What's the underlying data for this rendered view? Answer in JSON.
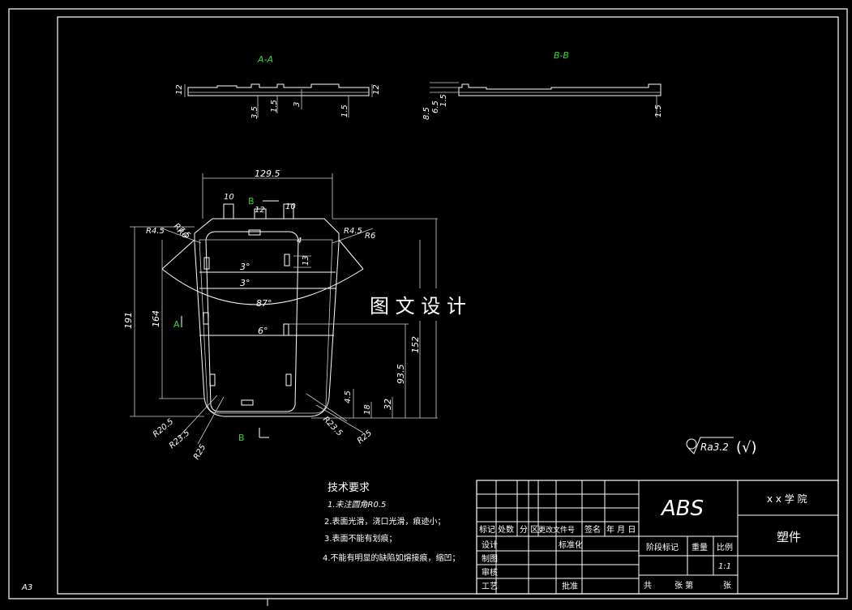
{
  "sheet": {
    "size_label": "A3"
  },
  "views": {
    "section_aa": "A-A",
    "section_bb": "B-B",
    "aa_dims": [
      "12",
      "3.5",
      "1.5",
      "3",
      "1.5",
      "12"
    ],
    "bb_dims": [
      "8.5",
      "6.5",
      "1.5",
      "1.5"
    ]
  },
  "main_dims": {
    "width_top": "129.5",
    "slot_w_left": "10",
    "slot_w_mid": "12",
    "slot_w_right": "10",
    "r_top_left_a": "R7.5",
    "r_top_left_b": "R4.5",
    "r_top_left_c": "R6",
    "r_top_right_a": "R4.5",
    "r_top_right_b": "R6",
    "dim_4": "4",
    "dim_13": "13",
    "ang_3a": "3°",
    "ang_3b": "3°",
    "ang_87": "87°",
    "ang_6": "6°",
    "h_191": "191",
    "h_164": "164",
    "h_152": "152",
    "h_93_5": "93.5",
    "h_32": "32",
    "h_18": "18",
    "h_4_5": "4.5",
    "r_bl_1": "R20.5",
    "r_bl_2": "R23.5",
    "r_bl_3": "R25",
    "r_br_1": "R23.5",
    "r_br_2": "R25",
    "section_b_label": "B",
    "section_a_label": "A"
  },
  "watermark": "图 文 设 计",
  "roughness": {
    "ra": "Ra3.2",
    "note": "(√)"
  },
  "notes": {
    "title": "技术要求",
    "items": [
      "1.未注圆角R0.5",
      "2.表面光滑，浇口光滑，痕迹小；",
      "3.表面不能有划痕；",
      "4.不能有明显的缺陷如熔接痕，缩凹；"
    ]
  },
  "title_block": {
    "material": "ABS",
    "school": "x x 学 院",
    "part_name": "塑件",
    "rev_headers": [
      "标记",
      "处数",
      "分",
      "区",
      "更改文件号",
      "签名",
      "年 月 日"
    ],
    "roles": [
      "设计",
      "制图",
      "审核",
      "工艺"
    ],
    "std_label": "标准化",
    "approve_label": "批准",
    "stage_label": "阶段标记",
    "weight_label": "重量",
    "scale_label": "比例",
    "scale_value": "1:1",
    "sheet_total": "共",
    "sheet_mid": "张  第",
    "sheet_end": "张"
  }
}
